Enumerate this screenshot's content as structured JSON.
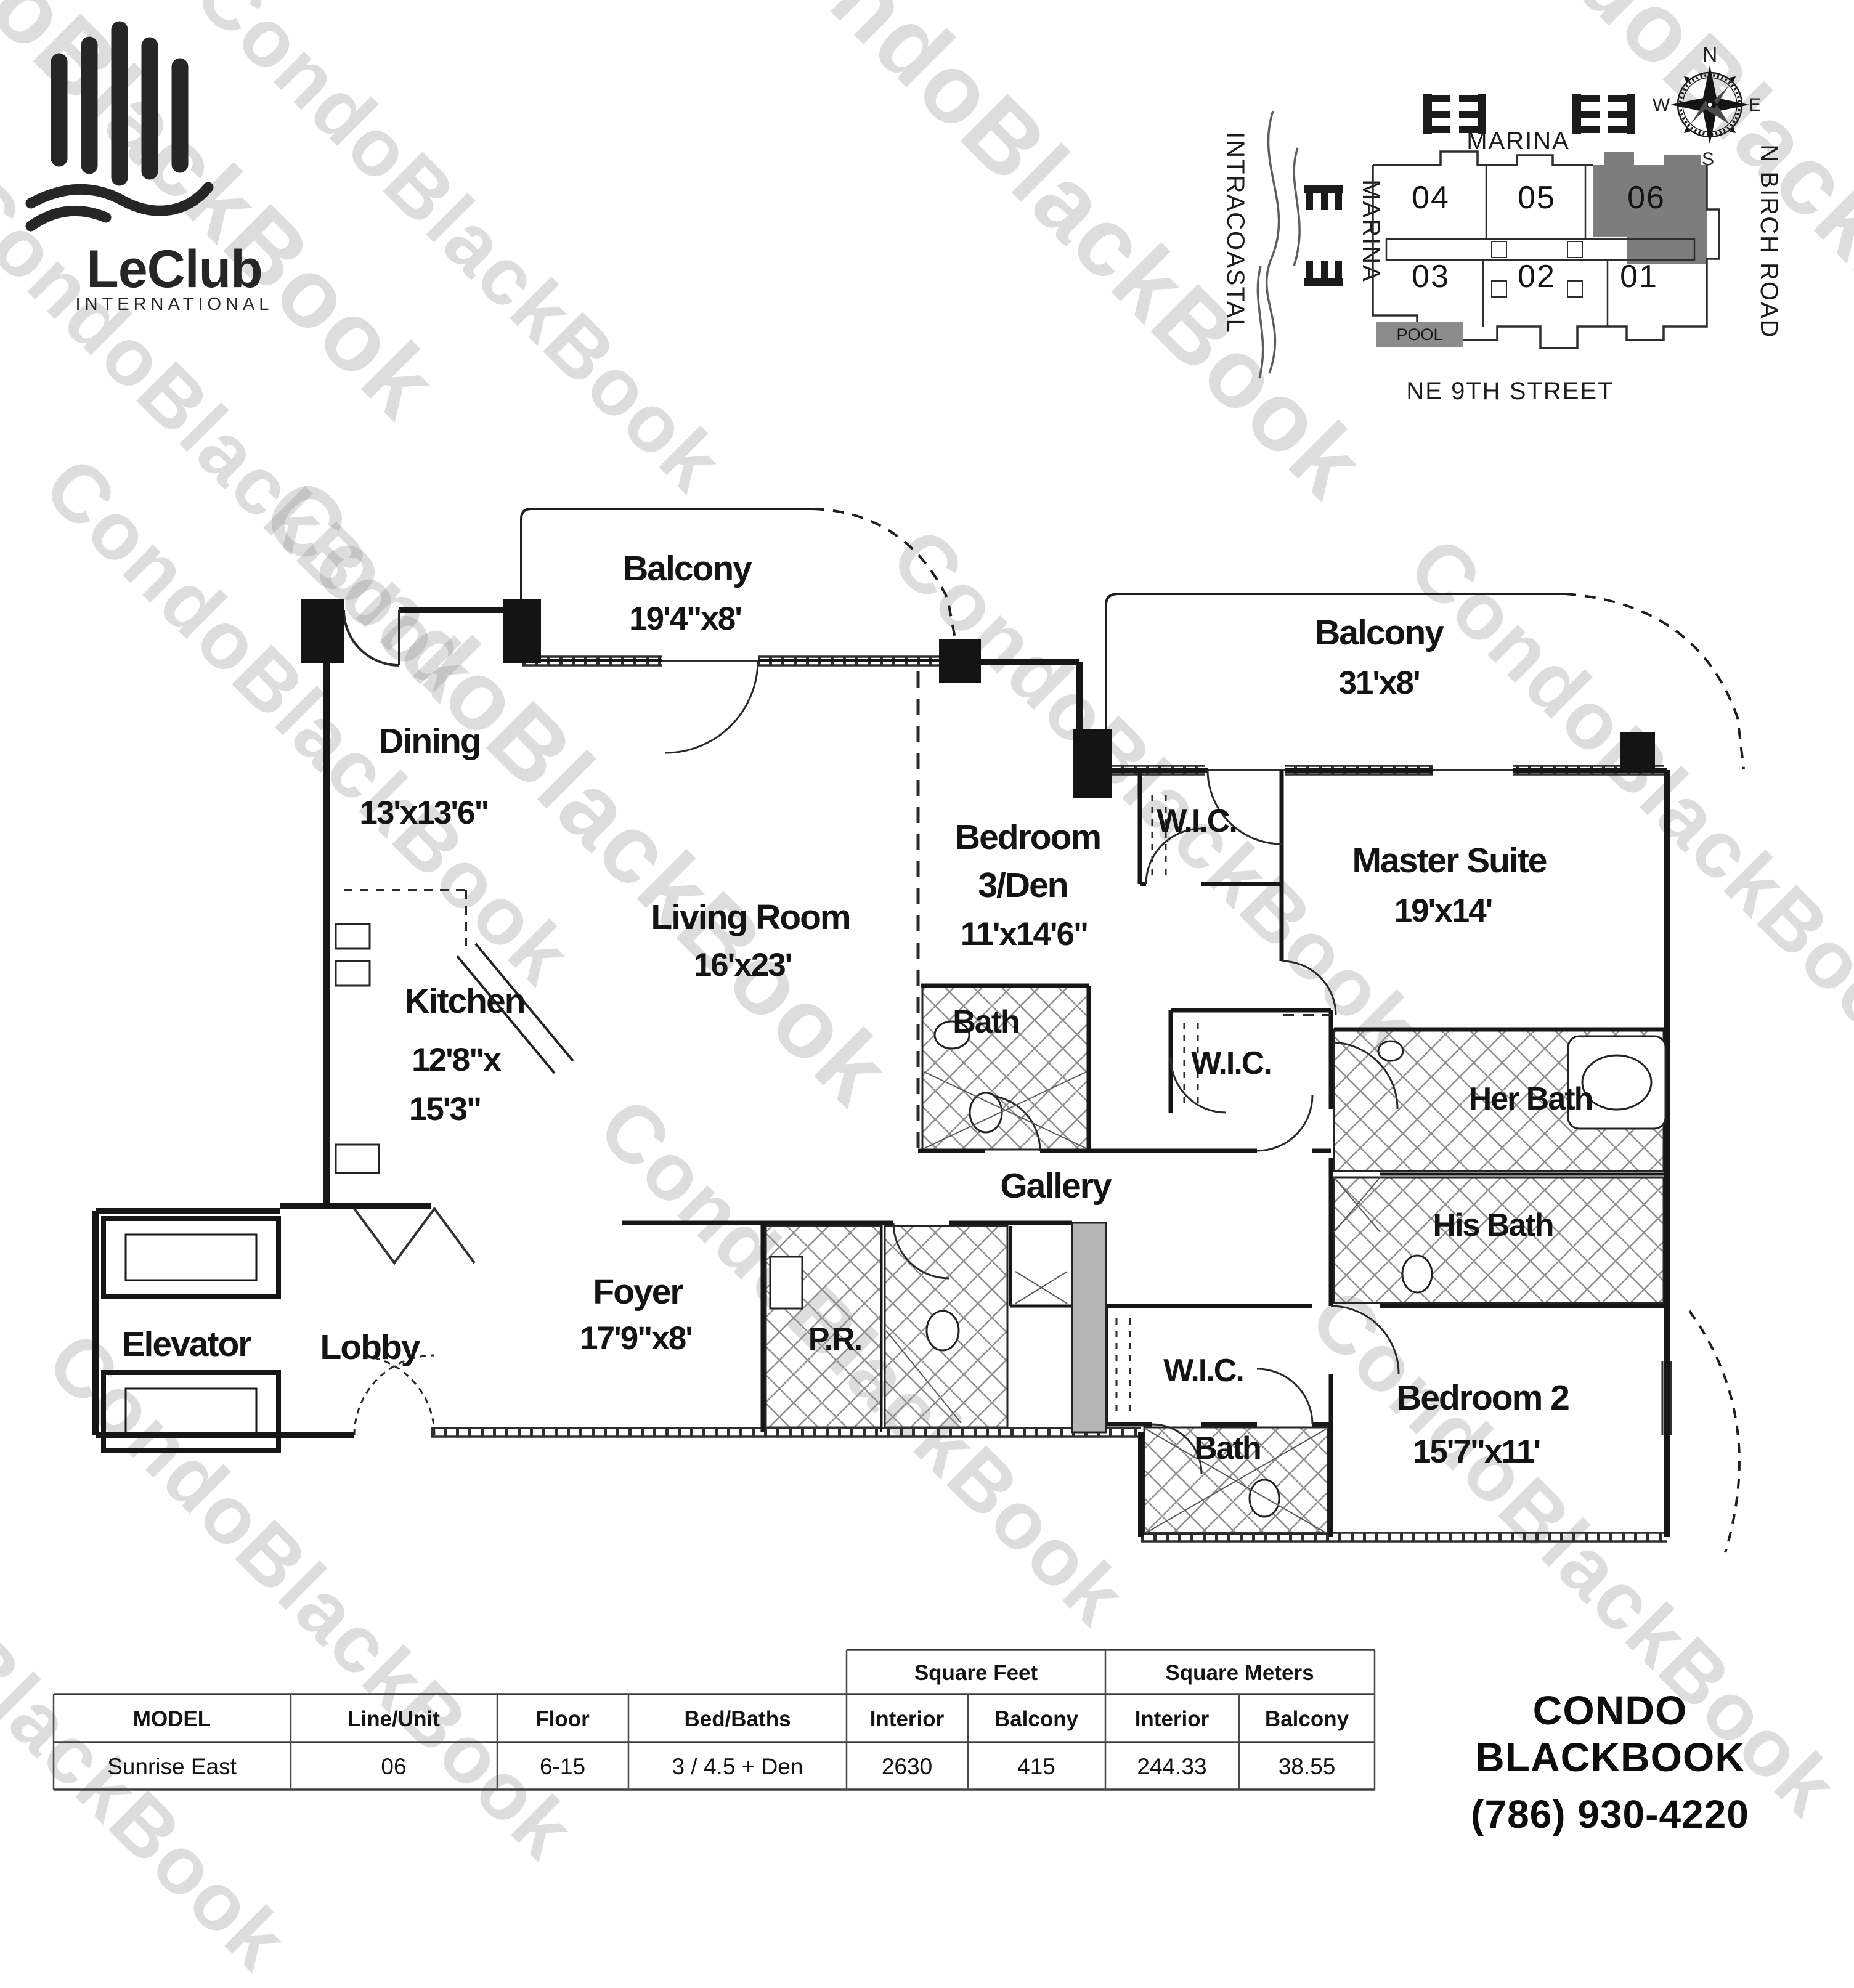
{
  "watermark": {
    "text": "CondoBlackBook"
  },
  "logo": {
    "name": "LeClub",
    "subtitle": "INTERNATIONAL"
  },
  "site_plan": {
    "marina_top": "MARINA",
    "marina_side": "MARINA",
    "intracoastal": "INTRACOASTAL",
    "birch_road": "N BIRCH ROAD",
    "street": "NE 9TH STREET",
    "pool_label": "POOL",
    "compass": {
      "north": "N",
      "south": "S",
      "east": "E",
      "west": "W"
    },
    "units": [
      {
        "number": "04",
        "highlighted": false
      },
      {
        "number": "05",
        "highlighted": false
      },
      {
        "number": "06",
        "highlighted": true
      },
      {
        "number": "03",
        "highlighted": false
      },
      {
        "number": "02",
        "highlighted": false
      },
      {
        "number": "01",
        "highlighted": false
      }
    ],
    "highlight_color": "#7d7d7d",
    "pool_color": "#8c8c8c"
  },
  "floor_plan": {
    "rooms": [
      {
        "line1": "Balcony",
        "line2": "19'4\"x8'"
      },
      {
        "line1": "Balcony",
        "line2": "31'x8'"
      },
      {
        "line1": "Dining",
        "line2": "13'x13'6\""
      },
      {
        "line1": "W.I.C."
      },
      {
        "line1": "Bedroom",
        "line2": "3/Den",
        "line3": "11'x14'6\""
      },
      {
        "line1": "Master Suite",
        "line2": "19'x14'"
      },
      {
        "line1": "Living Room",
        "line2": "16'x23'"
      },
      {
        "line1": "Kitchen",
        "line2": "12'8\"x",
        "line3": "15'3\""
      },
      {
        "line1": "Bath"
      },
      {
        "line1": "W.I.C."
      },
      {
        "line1": "Her Bath"
      },
      {
        "line1": "Gallery"
      },
      {
        "line1": "His Bath"
      },
      {
        "line1": "Foyer",
        "line2": "17'9\"x8'"
      },
      {
        "line1": "P.R."
      },
      {
        "line1": "Elevator",
        "line2": "Lobby"
      },
      {
        "line1": "W.I.C."
      },
      {
        "line1": "Bedroom 2",
        "line2": "15'7\"x11'"
      },
      {
        "line1": "Bath"
      }
    ]
  },
  "table": {
    "group_headers": [
      "Square Feet",
      "Square Meters"
    ],
    "columns": [
      "MODEL",
      "Line/Unit",
      "Floor",
      "Bed/Baths",
      "Interior",
      "Balcony",
      "Interior",
      "Balcony"
    ],
    "row": {
      "model": "Sunrise East",
      "line_unit": "06",
      "floor": "6-15",
      "bed_baths": "3 / 4.5 + Den",
      "sqft_interior": "2630",
      "sqft_balcony": "415",
      "sqm_interior": "244.33",
      "sqm_balcony": "38.55"
    }
  },
  "contact": {
    "name": "CONDO BLACKBOOK",
    "phone": "(786) 930-4220"
  }
}
